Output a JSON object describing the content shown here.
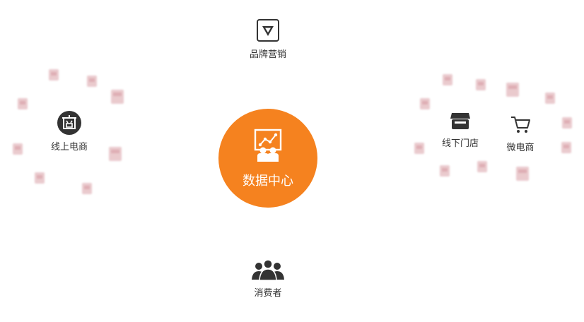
{
  "center": {
    "label": "数据中心"
  },
  "top": {
    "label": "品牌营销"
  },
  "left": {
    "label": "线上电商"
  },
  "right_a": {
    "label": "线下门店"
  },
  "right_b": {
    "label": "微电商"
  },
  "bottom": {
    "label": "消费者"
  },
  "colors": {
    "accent": "#f5821f",
    "icon": "#333333",
    "background": "#ffffff"
  },
  "icons": {
    "top": "brand-v-icon",
    "left": "shop-badge-icon",
    "right_a": "storefront-icon",
    "right_b": "shopping-cart-icon",
    "bottom": "people-group-icon",
    "center": "data-analytics-icon"
  }
}
